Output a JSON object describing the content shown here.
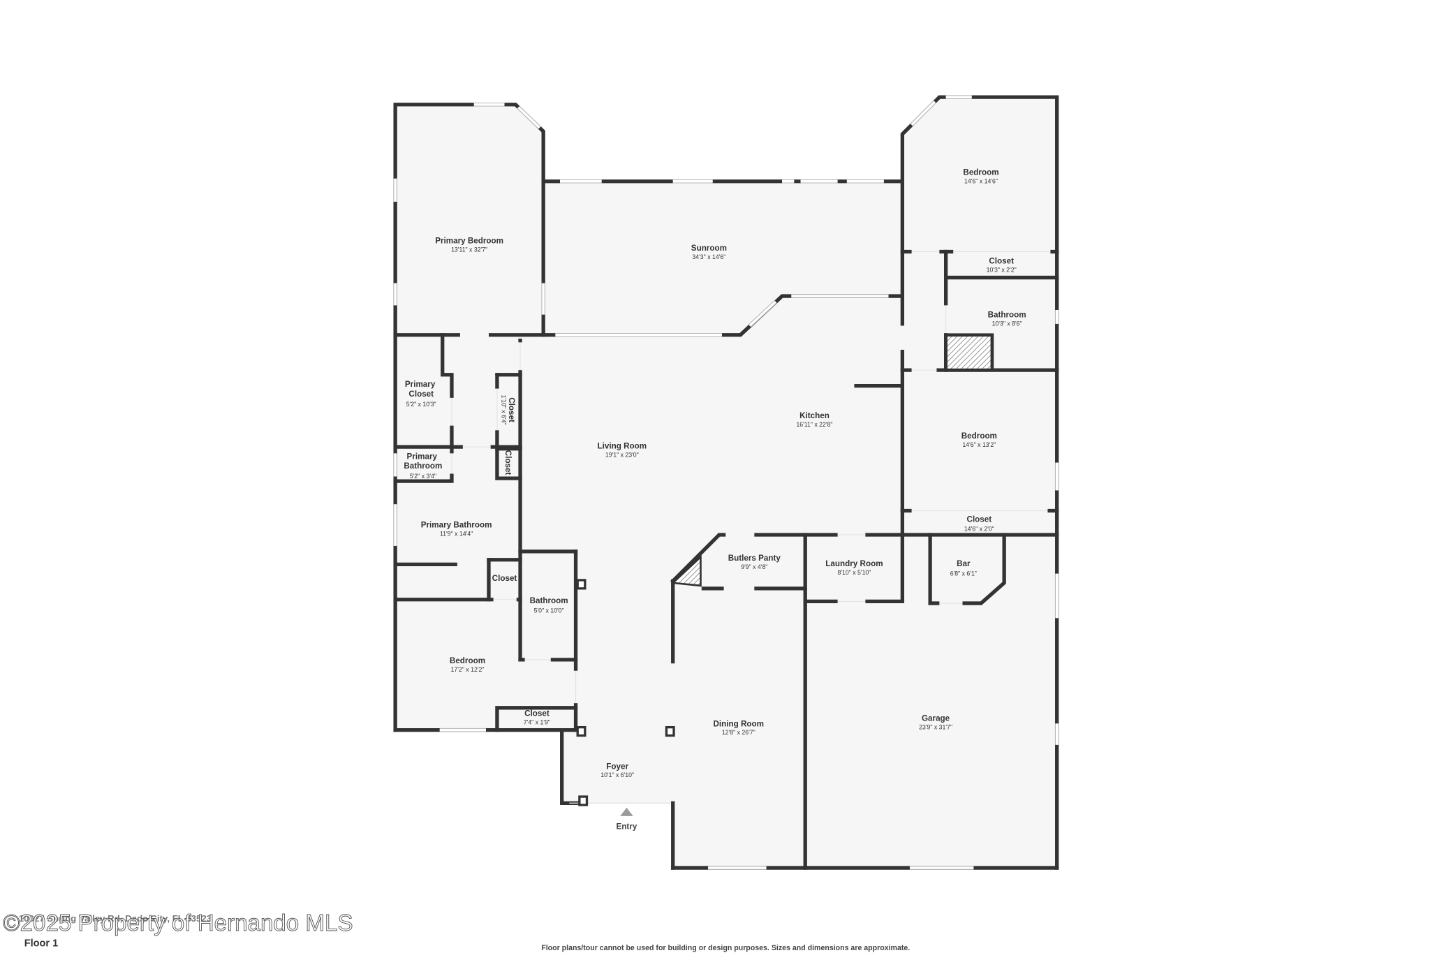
{
  "plan": {
    "address": "10027 Spring Valley Rd, Dade City, FL 33523",
    "watermark": "©2025 Property of Hernando MLS",
    "floor_label": "Floor 1",
    "entry_label": "Entry",
    "disclaimer": "Floor plans/tour cannot be used for building or design purposes. Sizes and dimensions are approximate."
  },
  "rooms": [
    {
      "name": "Primary Bedroom",
      "dims": "13'11\" x 32'7\""
    },
    {
      "name": "Sunroom",
      "dims": "34'3\" x 14'6\""
    },
    {
      "name": "Bedroom",
      "dims": "14'6\" x 14'6\""
    },
    {
      "name": "Closet",
      "dims": "10'3\" x 2'2\""
    },
    {
      "name": "Bathroom",
      "dims": "10'3\" x 8'6\""
    },
    {
      "name_lines": [
        "Primary",
        "Closet"
      ],
      "dims": "5'2\" x 10'3\""
    },
    {
      "name": "Closet",
      "dims": "1'10\" x 6'4\""
    },
    {
      "name": "Closet"
    },
    {
      "name": "Kitchen",
      "dims": "16'11\" x 22'8\""
    },
    {
      "name": "Living Room",
      "dims": "19'1\" x 23'0\""
    },
    {
      "name": "Bedroom",
      "dims": "14'6\" x 13'2\""
    },
    {
      "name_lines": [
        "Primary",
        "Bathroom"
      ],
      "dims": "5'2\" x 3'4\""
    },
    {
      "name": "Primary Bathroom",
      "dims": "11'9\" x 14'4\""
    },
    {
      "name": "Closet",
      "dims": "14'6\" x 2'0\""
    },
    {
      "name": "Butlers Panty",
      "dims": "9'9\" x 4'8\""
    },
    {
      "name": "Laundry Room",
      "dims": "8'10\" x 5'10\""
    },
    {
      "name": "Bar",
      "dims": "6'8\" x 6'1\""
    },
    {
      "name": "Closet"
    },
    {
      "name": "Bathroom",
      "dims": "5'0\" x 10'0\""
    },
    {
      "name": "Bedroom",
      "dims": "17'2\" x 12'2\""
    },
    {
      "name": "Closet",
      "dims": "7'4\" x 1'9\""
    },
    {
      "name": "Dining Room",
      "dims": "12'8\" x 26'7\""
    },
    {
      "name": "Garage",
      "dims": "23'9\" x 31'7\""
    },
    {
      "name": "Foyer",
      "dims": "10'1\" x 6'10\""
    }
  ],
  "colors": {
    "wall": "#333333",
    "floor": "#f6f6f6",
    "window_frame": "#b5b5b5",
    "window_glass": "#ffffff",
    "opening": "#e2e2e2",
    "hatch": "#7a7a7a",
    "entry_marker": "#9a9a9a"
  }
}
